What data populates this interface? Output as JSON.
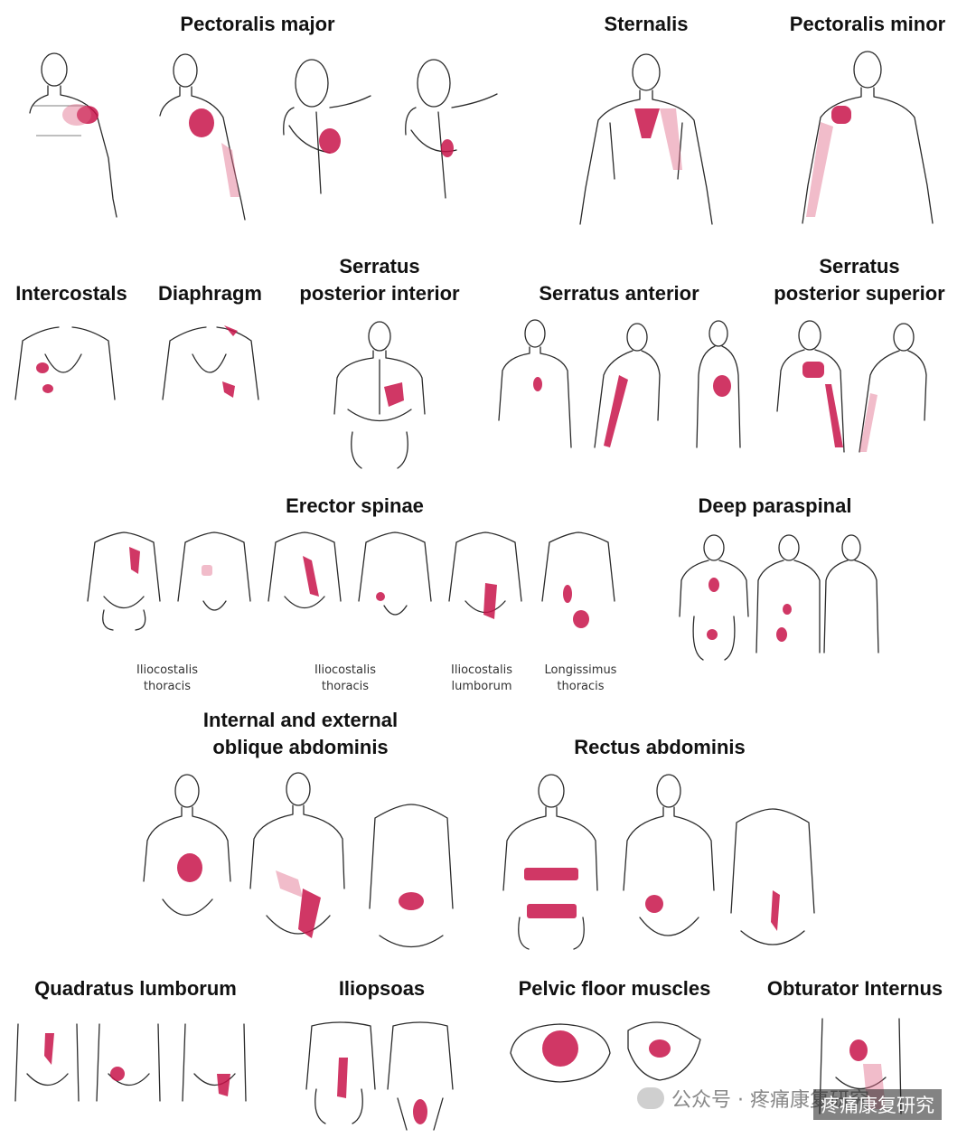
{
  "colors": {
    "pain_core": "#c8144a",
    "pain_referred": "#e06b8a",
    "outline": "#2a2a2a",
    "background": "#ffffff"
  },
  "titles": {
    "pectoralis_major": "Pectoralis major",
    "sternalis": "Sternalis",
    "pectoralis_minor": "Pectoralis minor",
    "intercostals": "Intercostals",
    "diaphragm": "Diaphragm",
    "serratus_posterior_interior_1": "Serratus",
    "serratus_posterior_interior_2": "posterior interior",
    "serratus_anterior": "Serratus anterior",
    "serratus_posterior_superior_1": "Serratus",
    "serratus_posterior_superior_2": "posterior superior",
    "erector_spinae": "Erector spinae",
    "deep_paraspinal": "Deep paraspinal",
    "oblique_1": "Internal and external",
    "oblique_2": "oblique abdominis",
    "rectus_abdominis": "Rectus abdominis",
    "quadratus_lumborum": "Quadratus lumborum",
    "iliopsoas": "Iliopsoas",
    "pelvic_floor": "Pelvic floor muscles",
    "obturator_internus": "Obturator Internus"
  },
  "sublabels": {
    "ilio_thoracis_a": [
      "Iliocostalis",
      "thoracis"
    ],
    "ilio_thoracis_b": [
      "Iliocostalis",
      "thoracis"
    ],
    "ilio_lumborum": [
      "Iliocostalis",
      "lumborum"
    ],
    "longissimus": [
      "Longissimus",
      "thoracis"
    ]
  },
  "watermark": {
    "icon": "wechat-icon",
    "text": "公众号 · 疼痛康复研究",
    "overlay": "疼痛康复研究"
  }
}
